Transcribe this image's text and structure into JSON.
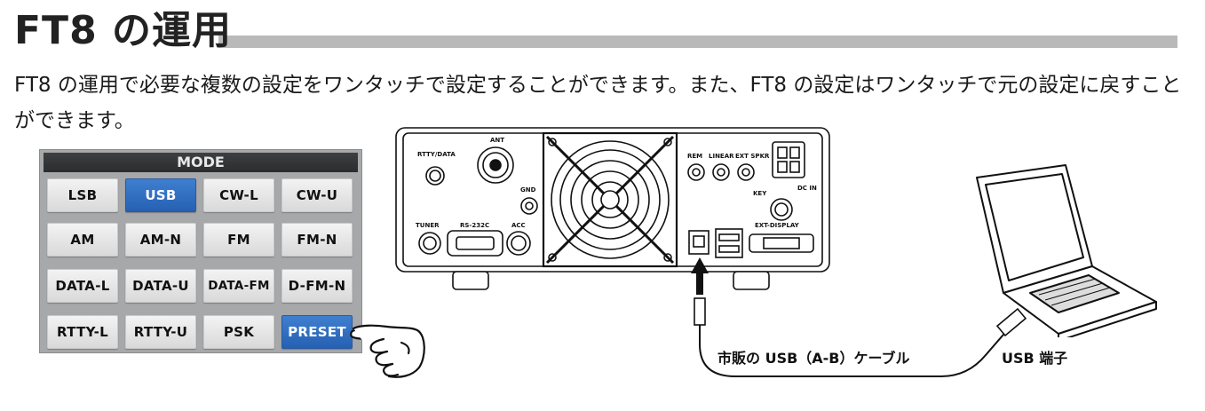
{
  "heading": {
    "title": "FT8 の運用"
  },
  "intro": {
    "text": "FT8 の運用で必要な複数の設定をワンタッチで設定することができます。また、FT8 の設定はワンタッチで元の設定に戻すことができます。"
  },
  "mode_panel": {
    "header": "MODE",
    "selected": [
      "USB",
      "PRESET"
    ],
    "rows": [
      [
        "LSB",
        "USB",
        "CW-L",
        "CW-U"
      ],
      [
        "AM",
        "AM-N",
        "FM",
        "FM-N"
      ],
      [
        "DATA-L",
        "DATA-U",
        "DATA-FM",
        "D-FM-N"
      ],
      [
        "RTTY-L",
        "RTTY-U",
        "PSK",
        "PRESET"
      ]
    ]
  },
  "rear_panel": {
    "labels": {
      "rtty": "RTTY/DATA",
      "ant": "ANT",
      "gnd": "GND",
      "tuner": "TUNER",
      "rs232c": "RS-232C",
      "acc": "ACC",
      "rem": "REM",
      "linear": "LINEAR",
      "ext_spkr": "EXT SPKR",
      "key": "KEY",
      "dc_in": "DC IN",
      "ext_display": "EXT-DISPLAY"
    }
  },
  "cable_label": "市販の USB（A-B）ケーブル",
  "port_label": "USB 端子",
  "colors": {
    "selected_button": "#2c68bd",
    "heading_bar": "#b9b9b9",
    "panel": "#a6a8a9"
  }
}
